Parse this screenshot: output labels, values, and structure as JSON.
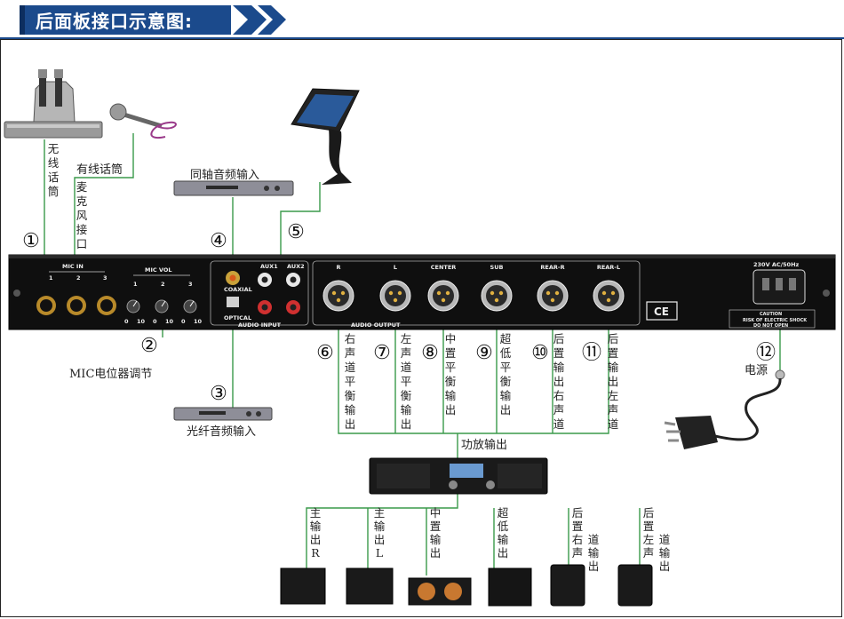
{
  "header": {
    "title": "后面板接口示意图:"
  },
  "sources": {
    "wireless_mic": "无线话筒",
    "wired_mic": "有线话筒",
    "mic_jack": "麦克风接口",
    "coaxial_input": "同轴音频输入",
    "optical_input": "光纤音频输入",
    "mic_pot": "MIC电位器调节"
  },
  "numbers": [
    "①",
    "②",
    "③",
    "④",
    "⑤",
    "⑥",
    "⑦",
    "⑧",
    "⑨",
    "⑩",
    "⑪",
    "⑫"
  ],
  "panel": {
    "mic_in": "MIC IN",
    "mic_vol": "MIC VOL",
    "jack_nums": [
      "1",
      "2",
      "3"
    ],
    "knob_marks": [
      "0",
      "10"
    ],
    "coaxial": "COAXIAL",
    "optical": "OPTICAL",
    "aux1": "AUX1",
    "aux2": "AUX2",
    "audio_input": "AUDIO INPUT",
    "audio_output": "AUDIO OUTPUT",
    "outputs": [
      "R",
      "L",
      "CENTER",
      "SUB",
      "REAR-R",
      "REAR-L"
    ],
    "power_rating": "230V AC/50Hz",
    "caution": [
      "CAUTION",
      "RISK OF ELECTRIC SHOCK",
      "DO NOT OPEN"
    ],
    "ce": "CE"
  },
  "outputs_desc": [
    "右声道平衡输出",
    "左声道平衡输出",
    "中置平衡输出",
    "超低平衡输出",
    "后置输出右声道",
    "后置输出左声道"
  ],
  "power": "电源",
  "amp": "功放输出",
  "speakers": [
    "主输出R",
    "主输出L",
    "中置输出",
    "超低输出",
    "后置右声道输出",
    "后置左声道输出"
  ]
}
